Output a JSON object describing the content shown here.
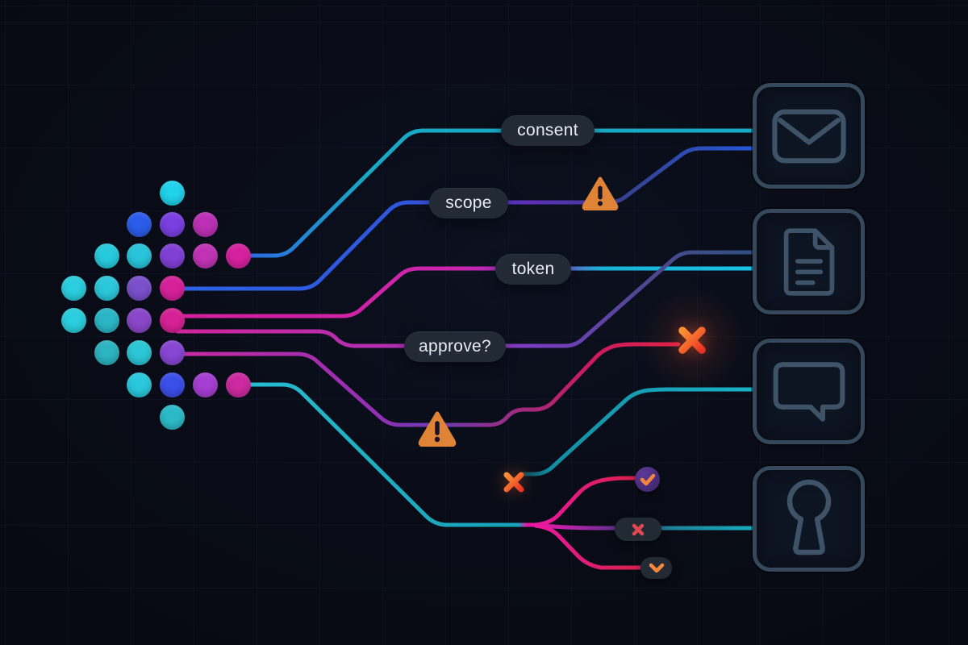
{
  "canvas": {
    "bg": "#090c16"
  },
  "palette": {
    "pill_bg": "#212a35",
    "pill_text": "#e9edf3",
    "box_stroke": "#36495c",
    "icon_stroke": "#3e5367",
    "chip_bg": "#222b33",
    "badge_purple": "#3a2166",
    "warning_fill": "#df8336",
    "warning_glyph": "#171226",
    "error_red": "#e8392d",
    "rose_x": "#dd4853",
    "success_orange": "#f5883c",
    "teal": "#1ab4c8",
    "blue": "#2b63e8",
    "purple": "#7c3fd4",
    "magenta": "#d6219c",
    "crimson": "#d81850"
  },
  "flow_labels": [
    {
      "id": "consent",
      "text": "consent"
    },
    {
      "id": "scope",
      "text": "scope"
    },
    {
      "id": "token",
      "text": "token"
    },
    {
      "id": "approve",
      "text": "approve?"
    }
  ],
  "endpoints": [
    {
      "id": "mail",
      "icon": "envelope-icon"
    },
    {
      "id": "document",
      "icon": "document-icon"
    },
    {
      "id": "chat",
      "icon": "chat-bubble-icon"
    },
    {
      "id": "access",
      "icon": "keyhole-icon"
    }
  ],
  "markers": {
    "warning_count": 2,
    "blocked_x_count": 2,
    "approved_badge_glyph": "check",
    "denied_chip_glyph": "x",
    "pending_chip_glyph": "chevron-down"
  },
  "dots": [
    {
      "row": 0,
      "col": 3,
      "color": "#20d2ea"
    },
    {
      "row": 1,
      "col": 2,
      "color": "#2b5ce8"
    },
    {
      "row": 1,
      "col": 3,
      "color": "#7a3fe0"
    },
    {
      "row": 1,
      "col": 4,
      "color": "#bb30b4"
    },
    {
      "row": 2,
      "col": 1,
      "color": "#27cadd"
    },
    {
      "row": 2,
      "col": 2,
      "color": "#27c4da"
    },
    {
      "row": 2,
      "col": 3,
      "color": "#8040d6"
    },
    {
      "row": 2,
      "col": 4,
      "color": "#c133b4"
    },
    {
      "row": 2,
      "col": 5,
      "color": "#d6219e"
    },
    {
      "row": 3,
      "col": 0,
      "color": "#2bcede"
    },
    {
      "row": 3,
      "col": 1,
      "color": "#2ac8da"
    },
    {
      "row": 3,
      "col": 2,
      "color": "#7a50cc"
    },
    {
      "row": 3,
      "col": 3,
      "color": "#d6219a"
    },
    {
      "row": 4,
      "col": 0,
      "color": "#2bcede"
    },
    {
      "row": 4,
      "col": 1,
      "color": "#2ab6c6"
    },
    {
      "row": 4,
      "col": 2,
      "color": "#8a46c8"
    },
    {
      "row": 4,
      "col": 3,
      "color": "#d62194"
    },
    {
      "row": 5,
      "col": 1,
      "color": "#2cb4c0"
    },
    {
      "row": 5,
      "col": 2,
      "color": "#2cc6d6"
    },
    {
      "row": 5,
      "col": 3,
      "color": "#8747d2"
    },
    {
      "row": 6,
      "col": 2,
      "color": "#29c8dc"
    },
    {
      "row": 6,
      "col": 3,
      "color": "#3b4ee8"
    },
    {
      "row": 6,
      "col": 4,
      "color": "#a53ed2"
    },
    {
      "row": 6,
      "col": 5,
      "color": "#cc2aa0"
    },
    {
      "row": 7,
      "col": 3,
      "color": "#2cbac8"
    }
  ]
}
